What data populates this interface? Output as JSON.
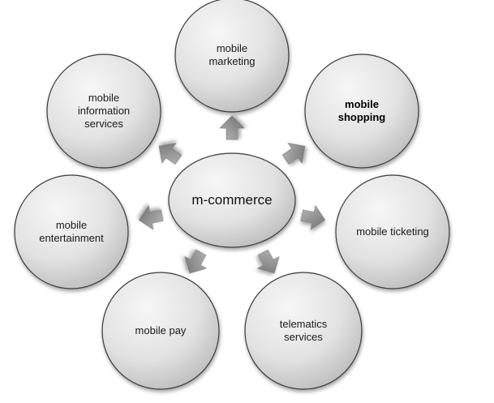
{
  "hub": {
    "label": "m-commerce"
  },
  "nodes": [
    {
      "id": "marketing",
      "label": "mobile\nmarketing",
      "bold": false
    },
    {
      "id": "shopping",
      "label": "mobile\nshopping",
      "bold": true
    },
    {
      "id": "ticketing",
      "label": "mobile ticketing",
      "bold": false
    },
    {
      "id": "telematics",
      "label": "telematics\nservices",
      "bold": false
    },
    {
      "id": "pay",
      "label": "mobile pay",
      "bold": false
    },
    {
      "id": "entertainment",
      "label": "mobile\nentertainment",
      "bold": false
    },
    {
      "id": "information",
      "label": "mobile\ninformation\nservices",
      "bold": false
    }
  ],
  "colors": {
    "circle_light": "#f7f7f7",
    "circle_dark": "#bdbdbd",
    "outline": "#3a3a3a",
    "arrow_light": "#b8b8b8",
    "arrow_dark": "#6e6e6e"
  }
}
